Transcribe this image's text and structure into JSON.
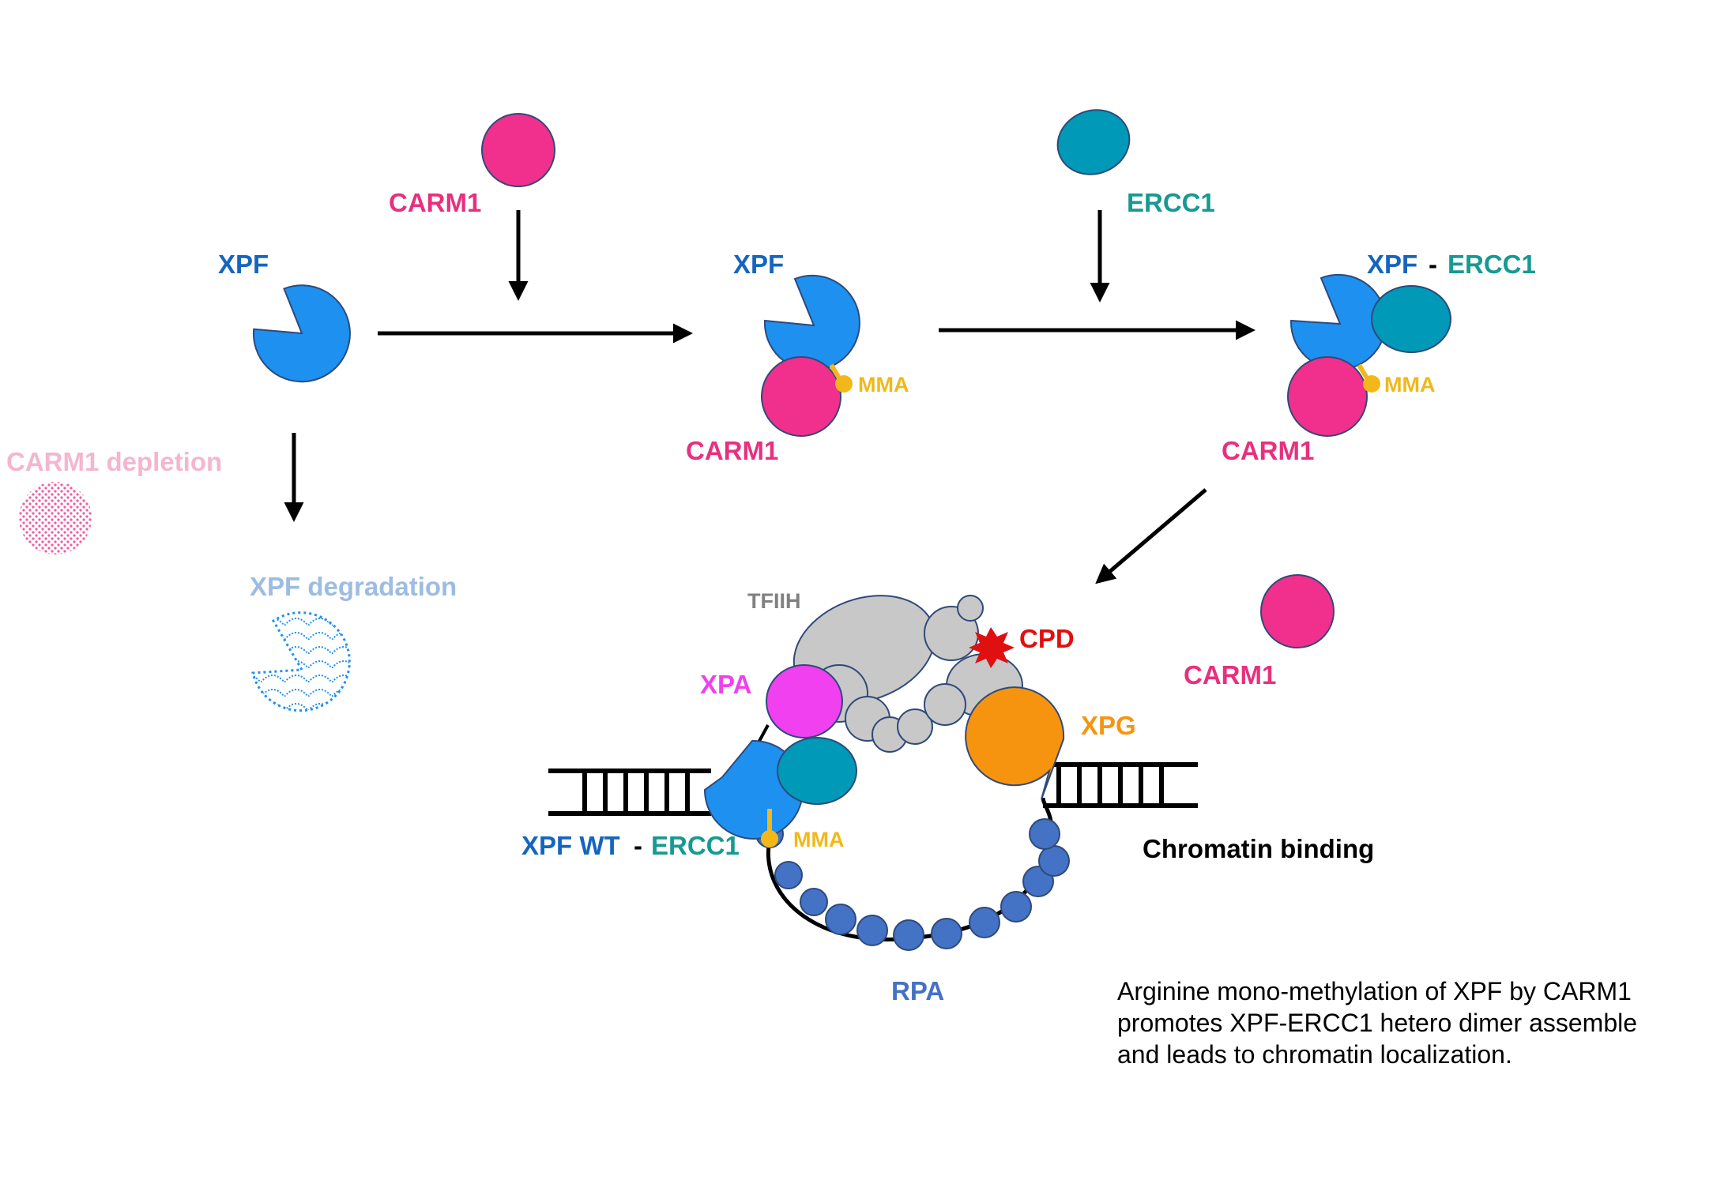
{
  "labels": {
    "carm1_top": "CARM1",
    "xpf_left": "XPF",
    "xpf_mid": "XPF",
    "mma_mid": "MMA",
    "carm1_mid": "CARM1",
    "ercc1_top": "ERCC1",
    "xpf_right": "XPF",
    "dash_right": "-",
    "ercc1_right": "ERCC1",
    "mma_right": "MMA",
    "carm1_right": "CARM1",
    "carm1_depletion": "CARM1 depletion",
    "xpf_degradation": "XPF degradation",
    "tfiih": "TFIIH",
    "cpd": "CPD",
    "xpa": "XPA",
    "xpg": "XPG",
    "carm1_free": "CARM1",
    "xpf_wt": "XPF WT",
    "dash_bottom": "-",
    "ercc1_bottom": "ERCC1",
    "mma_bottom": "MMA",
    "chromatin_binding": "Chromatin binding",
    "rpa": "RPA"
  },
  "caption": {
    "line1": "Arginine mono-methylation of XPF by CARM1",
    "line2": "promotes XPF-ERCC1 hetero dimer assemble",
    "line3": "and leads to chromatin localization."
  },
  "colors": {
    "xpf": "#1E90F0",
    "xpf_text": "#1565C0",
    "carm1": "#F0308C",
    "carm1_text": "#E8307E",
    "ercc1": "#0099B8",
    "ercc1_text": "#169A92",
    "mma": "#F2B81A",
    "tfiih": "#C8C8C8",
    "tfiih_text": "#808080",
    "cpd": "#E01010",
    "xpa": "#F040F0",
    "xpg": "#F7940F",
    "rpa": "#4472C4",
    "faded_carm1": "#F4B6CE",
    "faded_xpf": "#9DBCE2"
  }
}
